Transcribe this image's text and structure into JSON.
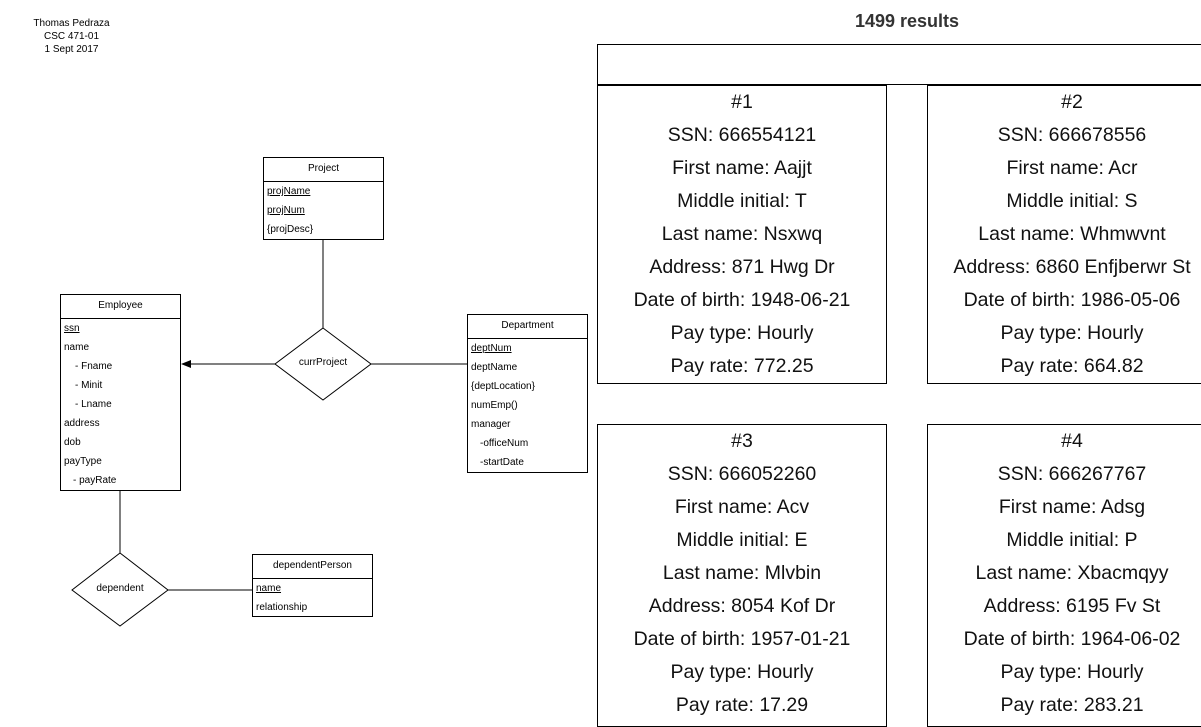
{
  "header": {
    "author": "Thomas Pedraza",
    "course": "CSC 471-01",
    "date": "1 Sept 2017"
  },
  "results": {
    "title": "1499 results",
    "cards": [
      {
        "index": "#1",
        "ssn": "SSN: 666554121",
        "first": "First name: Aajjt",
        "middle": "Middle initial: T",
        "last": "Last name: Nsxwq",
        "address": "Address: 871 Hwg Dr",
        "dob": "Date of birth: 1948-06-21",
        "pay_type": "Pay type: Hourly",
        "pay_rate": "Pay rate: 772.25"
      },
      {
        "index": "#2",
        "ssn": "SSN: 666678556",
        "first": "First name: Acr",
        "middle": "Middle initial: S",
        "last": "Last name: Whmwvnt",
        "address": "Address: 6860 Enfjberwr St",
        "dob": "Date of birth: 1986-05-06",
        "pay_type": "Pay type: Hourly",
        "pay_rate": "Pay rate: 664.82"
      },
      {
        "index": "#3",
        "ssn": "SSN: 666052260",
        "first": "First name: Acv",
        "middle": "Middle initial: E",
        "last": "Last name: Mlvbin",
        "address": "Address: 8054 Kof Dr",
        "dob": "Date of birth: 1957-01-21",
        "pay_type": "Pay type: Hourly",
        "pay_rate": "Pay rate: 17.29"
      },
      {
        "index": "#4",
        "ssn": "SSN: 666267767",
        "first": "First name: Adsg",
        "middle": "Middle initial: P",
        "last": "Last name: Xbacmqyy",
        "address": "Address: 6195 Fv St",
        "dob": "Date of birth: 1964-06-02",
        "pay_type": "Pay type: Hourly",
        "pay_rate": "Pay rate: 283.21"
      }
    ]
  },
  "diagram": {
    "project": {
      "title": "Project",
      "attrs": [
        "projName",
        "projNum",
        "{projDesc}"
      ]
    },
    "employee": {
      "title": "Employee",
      "attrs": [
        "ssn",
        "name",
        "- Fname",
        "- Minit",
        "- Lname",
        "address",
        "dob",
        "payType",
        "- payRate"
      ]
    },
    "department": {
      "title": "Department",
      "attrs": [
        "deptNum",
        "deptName",
        "{deptLocation}",
        "numEmp()",
        "manager",
        "-officeNum",
        "-startDate"
      ]
    },
    "dependent_person": {
      "title": "dependentPerson",
      "attrs": [
        "name",
        "relationship"
      ]
    },
    "relations": {
      "curr_project": "currProject",
      "dependent": "dependent"
    }
  }
}
